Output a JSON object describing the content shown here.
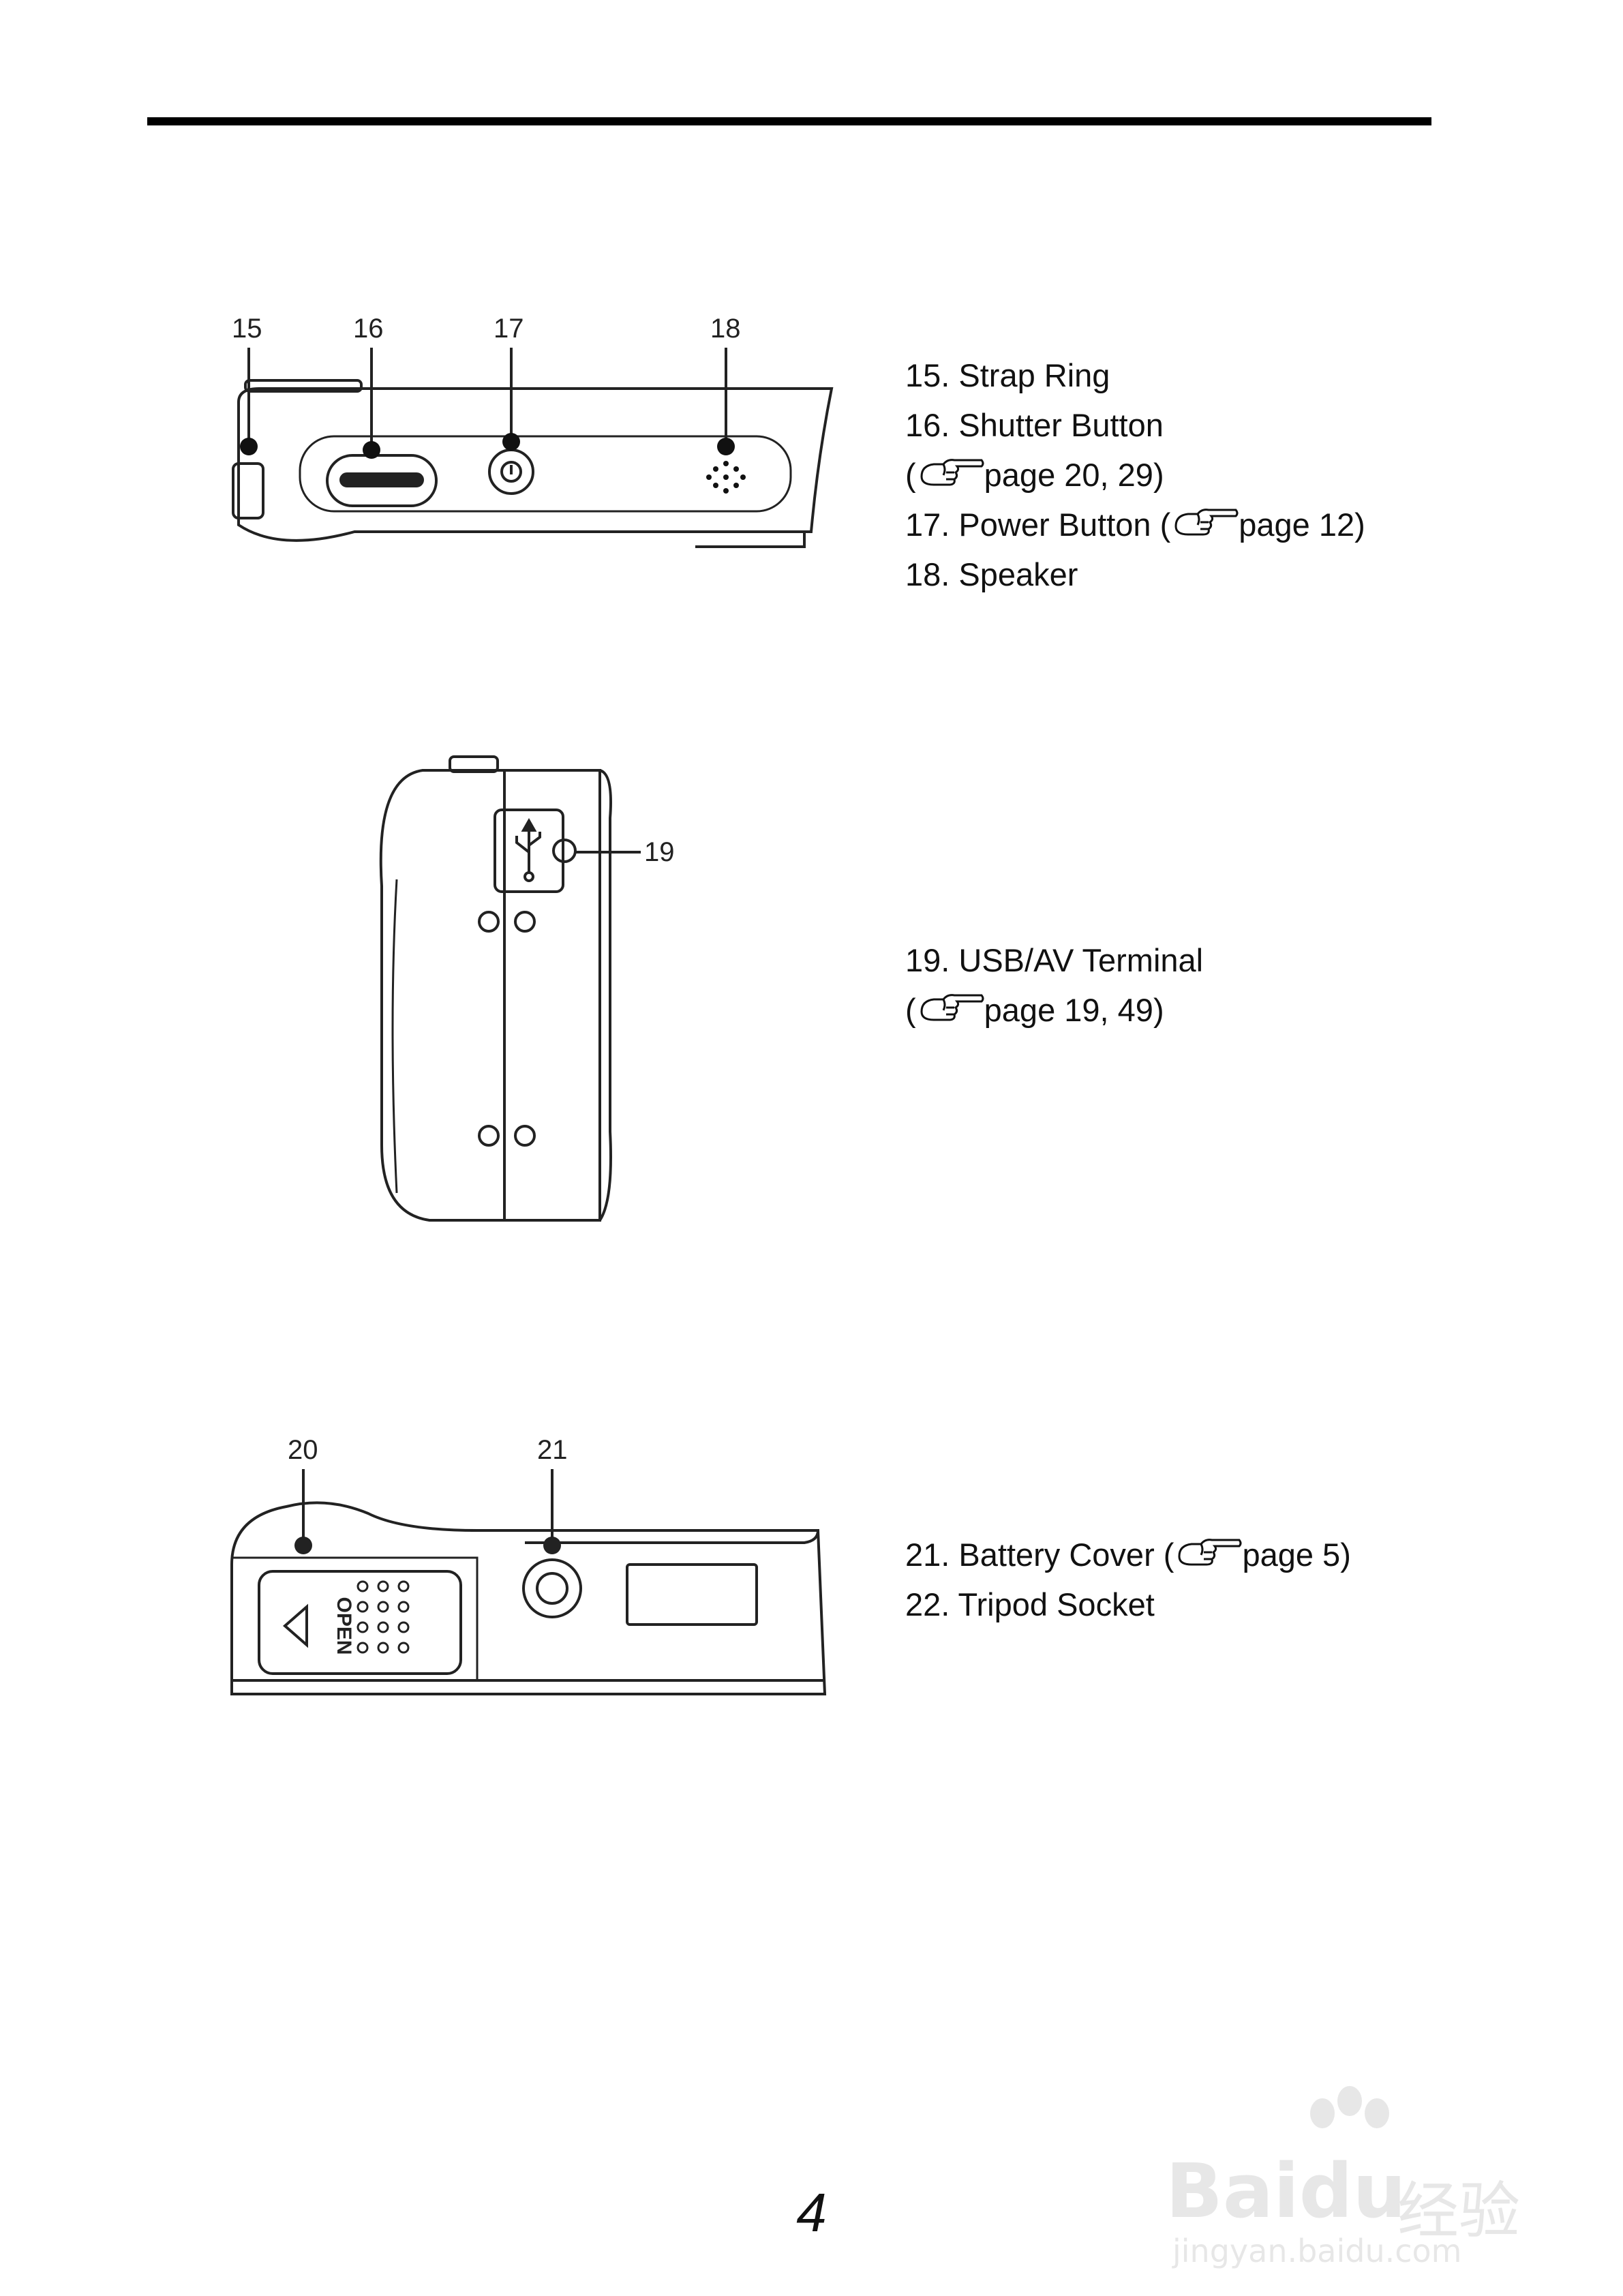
{
  "figures": {
    "top_view": {
      "callouts": [
        "15",
        "16",
        "17",
        "18"
      ]
    },
    "side_view": {
      "callouts": [
        "19"
      ]
    },
    "bottom_view": {
      "callouts": [
        "20",
        "21"
      ],
      "cover_label": "OPEN"
    }
  },
  "descriptions": {
    "group1": {
      "item15": "15. Strap Ring",
      "item16": "16. Shutter Button",
      "item16_open": "(",
      "item16_ref": "page 20, 29)",
      "item17": "17. Power Button (",
      "item17_ref": "page 12)",
      "item18": "18. Speaker"
    },
    "group2": {
      "item19": "19. USB/AV Terminal",
      "item19_open": "(",
      "item19_ref": "page 19, 49)"
    },
    "group3": {
      "item21": "21. Battery Cover (",
      "item21_ref": "page 5)",
      "item22": "22. Tripod Socket"
    }
  },
  "page_number": "4",
  "watermark": {
    "brand": "Bai",
    "brand2": "du",
    "cn": "经验",
    "url": "jingyan.baidu.com"
  },
  "icons": {
    "reference": "pointing-hand-icon"
  }
}
